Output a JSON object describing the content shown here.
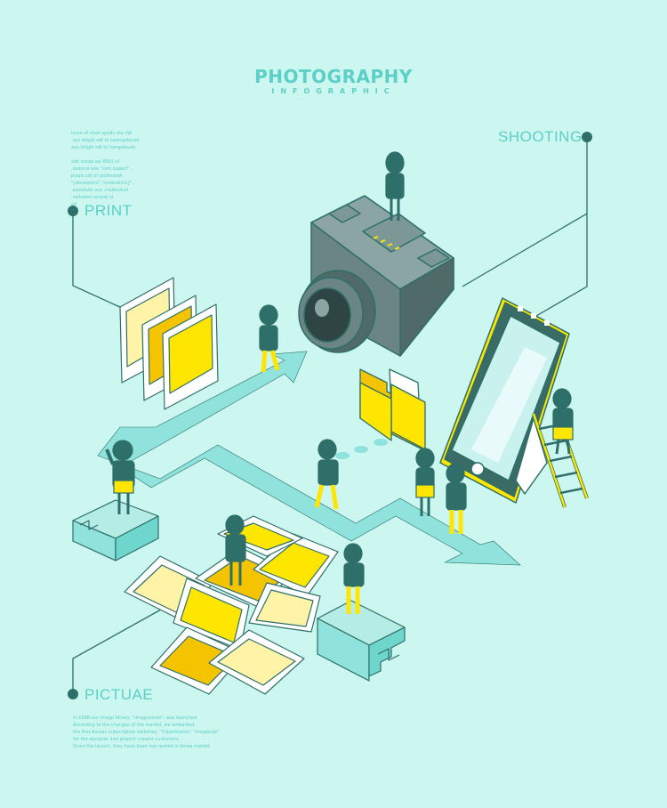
{
  "header": {
    "title": "PHOTOGRAPHY",
    "subtitle": "INFOGRAPHIC"
  },
  "labels": {
    "print": "PRINT",
    "shooting": "SHOOTING",
    "pictuae": "PICTUAE"
  },
  "texts": {
    "top_block": [
      "inure of sloot spods stq nW",
      ",sus lstigib sdt to tasmgoleveb",
      "aus lstigib sdt to tsmgoleveb",
      "",
      "sdit ssoqa sw 8991 ni",
      ",bsdsnsl ssw \"ssm.lsqasri\" ,",
      "pisqls sdt ot gnibroooA",
      "\"ydssstpsmi\",\"msibsdisvI.J\" ,",
      ",ssmstsdo sxs ,msibsdisvI",
      ",nsitsdsm snsiok nI",
      "sd"
    ],
    "bottom_block": [
      "In 1998 our image library, \"imagezones\", was launched.",
      "According to the changes of the market, we embarked",
      "the first Korean subscription websites, \"Clipartkorea\", \"imageclip\"",
      "for the designer and graphic creator customers.",
      "Since the launch, they have been top ranked in Korea market."
    ]
  },
  "colors": {
    "background": "#ccf6f0",
    "accent": "#5ccfc6",
    "dark": "#2e6f69",
    "yellow": "#ffe600",
    "orange": "#f5c400",
    "light_yellow": "#fff3a8",
    "path": "#8fe3dc",
    "camera": "#5d7a78"
  },
  "illustration": {
    "objects": [
      "camera-icon",
      "smartphone-icon",
      "folder-icon",
      "photo-prints",
      "ladder",
      "stairs",
      "scattered-photos",
      "arrow-path",
      "people"
    ]
  }
}
